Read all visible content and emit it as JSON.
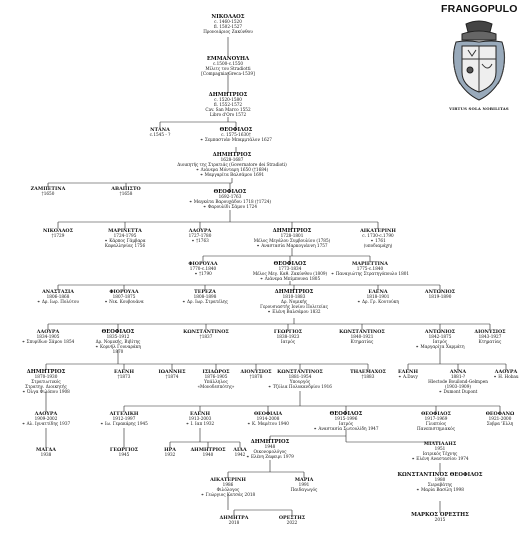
{
  "family": "FRANGOPULO",
  "motto": "VIRTUS SOLA NOBILITAS",
  "nodes": [
    {
      "id": "n1",
      "name": "ΝΙΚΟΛΑΟΣ",
      "details": [
        "c. 1460-1520",
        "fl. 1502-1527",
        "Προνοιάριος Ζακύνθου"
      ],
      "main": true
    },
    {
      "id": "n2",
      "name": "ΕΜΜΑΝΟΥΗΛ",
      "details": [
        "c.1500-c.1550",
        "Μίλιτς του Stradiotti",
        "[Compagnia Greca-1539]"
      ],
      "main": true
    },
    {
      "id": "n3",
      "name": "ΔΗΜΗΤΡΙΟΣ",
      "details": [
        "c. 1520-1580",
        "fl. 1552-1572",
        "Cav. San Marco 1552",
        "Libro d'Oro 1572"
      ],
      "main": true
    },
    {
      "id": "n4",
      "name": "ΝΤΑΝΑ",
      "details": [
        "c.1545 - ?"
      ]
    },
    {
      "id": "n5",
      "name": "ΘΕΟΦΙΛΟΣ",
      "details": [
        "c. 1575-1630†",
        "⚭ Σεμπαστιάν Μπαμμτάλον 1627"
      ],
      "main": true
    },
    {
      "id": "n6",
      "name": "ΔΗΜΗΤΡΙΟΣ",
      "details": [
        "1628-1687",
        "Διοικητής της Στρατιάς (Governatore dei Stradioti)",
        "⚭ Λιάνερα Μόνταρη 1650 (†1684)",
        "⚭ Μαργαρίτα Βαλσάμου 1691"
      ],
      "main": true
    },
    {
      "id": "n7",
      "name": "ΖΑΜΠΕΤΙΝΑ",
      "details": [
        "†1650"
      ]
    },
    {
      "id": "n8",
      "name": "ΑΒΑΠΙΣΤΟ",
      "details": [
        "†1658"
      ]
    },
    {
      "id": "n9",
      "name": "ΘΕΟΦΙΛΟΣ",
      "details": [
        "1692-1763",
        "⚭ Μαγκάτα Βαρουχάδου 1718 (†1724)",
        "⚭ Φαρουλίδι Σάμου 1724"
      ],
      "main": true
    },
    {
      "id": "n10",
      "name": "ΝΙΚΟΛΑΟΣ",
      "details": [
        "†1729"
      ]
    },
    {
      "id": "n11",
      "name": "ΜΑΡΙΝΕΤΤΑ",
      "details": [
        "1724-1795",
        "⚭ Κάρπος Γάμβαρα",
        "Κεφαλληνίας 1756"
      ]
    },
    {
      "id": "n12",
      "name": "ΛΑΟΥΡΑ",
      "details": [
        "1727-1780",
        "⚭ †1763"
      ]
    },
    {
      "id": "n13",
      "name": "ΔΗΜΗΤΡΙΟΣ",
      "details": [
        "1728-1801",
        "Μέλος Μεγάλου Συμβουλίου (1785)",
        "⚭ Αναστασία Μαρκογιάννη 1757"
      ],
      "main": true
    },
    {
      "id": "n14",
      "name": "ΑΙΚΑΤΕΡΙΝΗ",
      "details": [
        "c. 1730-c.1790",
        "⚭ 1761",
        "(υποδιαμάχη)"
      ]
    },
    {
      "id": "n15",
      "name": "ΦΙΟΡΟΥΛΑ",
      "details": [
        "1770-c.1840",
        "⚭ †1790"
      ]
    },
    {
      "id": "n16",
      "name": "ΘΕΟΦΙΛΟΣ",
      "details": [
        "1773-1834",
        "Μέλος Μεγ. Καθ. Ζακύνθου (1809)",
        "⚭ Λιάνερα Μπίμπουνα 1805"
      ],
      "main": true
    },
    {
      "id": "n17",
      "name": "ΜΑΡΙΕΤΤΙΝΑ",
      "details": [
        "1775-c.1840",
        "⚭ Παναγιώτης Στρατηγόπουλο 1801"
      ]
    },
    {
      "id": "n18",
      "name": "ΑΝΑΣΤΑΣΙΑ",
      "details": [
        "1806-1868",
        "⚭ Δρ. Ιωρ. Πολύτου"
      ]
    },
    {
      "id": "n19",
      "name": "ΦΙΟΡΟΥΛΑ",
      "details": [
        "1807-1875",
        "⚭ Νικ. Κουβουάνα"
      ]
    },
    {
      "id": "n20",
      "name": "ΤΕΡΕΖΑ",
      "details": [
        "1808-1898",
        "⚭ Δρ. Ιωρ. Στρατέλης"
      ]
    },
    {
      "id": "n21",
      "name": "ΔΗΜΗΤΡΙΟΣ",
      "details": [
        "1810-1883",
        "Δρ. Νομικής",
        "Γερουσιαστής Ιονίου Πολιτείας",
        "⚭ Ελένη Βαλσάμου 1832"
      ],
      "main": true
    },
    {
      "id": "n22",
      "name": "ΕΛΕΝΑ",
      "details": [
        "1818-1901",
        "⚭ Δρ. Γρ. Κουτούκη"
      ]
    },
    {
      "id": "n23",
      "name": "ΑΝΤΩΝΙΟΣ",
      "details": [
        "1819-1890"
      ]
    },
    {
      "id": "n24",
      "name": "ΛΑΟΥΡΑ",
      "details": [
        "1834-1905",
        "⚭ Σπυρίδων Σάμου 1854"
      ]
    },
    {
      "id": "n25",
      "name": "ΘΕΟΦΙΛΟΣ",
      "details": [
        "1835-1912",
        "Δρ. Νομικής, Βιβίτης",
        "⚭ Κορνήλ Γουναράκη",
        "1870"
      ],
      "main": true
    },
    {
      "id": "n26",
      "name": "ΚΩΝΣΤΑΝΤΙΝΟΣ",
      "details": [
        "†1837"
      ]
    },
    {
      "id": "n27",
      "name": "ΓΕΩΡΓΙΟΣ",
      "details": [
        "1838-1923",
        "Ιατρός"
      ]
    },
    {
      "id": "n28",
      "name": "ΚΩΝΣΤΑΝΤΙΝΟΣ",
      "details": [
        "1840-1921",
        "Κτηματίας"
      ]
    },
    {
      "id": "n29",
      "name": "ΑΝΤΩΝΙΟΣ",
      "details": [
        "1842-1875",
        "Ιατρός",
        "⚭ Μαργαρίτα Χαρμάτη"
      ]
    },
    {
      "id": "n30",
      "name": "ΔΙΟΝΥΣΙΟΣ",
      "details": [
        "1843-1927",
        "Κτηματίας"
      ]
    },
    {
      "id": "n31",
      "name": "ΔΗΜΗΤΡΙΟΣ",
      "details": [
        "1870-1930",
        "Στρατιωτικός",
        "Στρατηγ. Διοικητής",
        "⚭ Όλγα Φιλόπου 1908"
      ],
      "main": true
    },
    {
      "id": "n32",
      "name": "ΕΛΕΝΗ",
      "details": [
        "†1873"
      ]
    },
    {
      "id": "n33",
      "name": "ΙΩΑΝΝΗΣ",
      "details": [
        "†1874"
      ]
    },
    {
      "id": "n34",
      "name": "ΙΣΙΔΩΡΟΣ",
      "details": [
        "1876-1905",
        "Υπάλληλος",
        "«Μονοδεσπότης»"
      ]
    },
    {
      "id": "n35",
      "name": "ΔΙΟΝΥΣΙΟΣ",
      "details": [
        "†1878"
      ]
    },
    {
      "id": "n36",
      "name": "ΚΩΝΣΤΑΝΤΙΝΟΣ",
      "details": [
        "1881-1954",
        "Υπουργός",
        "⚭ Τζύλια Πολυκανδρίου 1916"
      ]
    },
    {
      "id": "n37",
      "name": "ΤΗΛΕΜΑΧΟΣ",
      "details": [
        "†1883"
      ]
    },
    {
      "id": "n38",
      "name": "ΕΛΕΝΗ",
      "details": [
        "⚭ A.Davy"
      ]
    },
    {
      "id": "n39",
      "name": "ΑΝΝΑ",
      "details": [
        "1881-?",
        "Hlectode Bouilond-Gelmpen",
        "(1903-1909)",
        "⚭ Dumont Dupont"
      ]
    },
    {
      "id": "n40",
      "name": "ΛΑΟΥΡΑ",
      "details": [
        "⚭ H. Hobau"
      ]
    },
    {
      "id": "n41",
      "name": "ΛΑΟΥΡΑ",
      "details": [
        "1909-2002",
        "⚭ Αλ. Ιγναττίδης 1937"
      ]
    },
    {
      "id": "n42",
      "name": "ΑΓΓΕΛΙΚΗ",
      "details": [
        "1912-1997",
        "⚭ Ιω. Γερακάρης 1945"
      ]
    },
    {
      "id": "n43",
      "name": "ΕΛΕΝΗ",
      "details": [
        "1913-2003",
        "⚭ Ι. Ιαπ 1932"
      ]
    },
    {
      "id": "n44",
      "name": "ΘΕΟΦΙΛΙΑ",
      "details": [
        "1914-2008",
        "⚭ Κ. Μαρέτου 1940"
      ]
    },
    {
      "id": "n45",
      "name": "ΘΕΟΦΙΛΟΣ",
      "details": [
        "1915-1996",
        "Ιατρός",
        "⚭ Αναστασία Σωτουλίδη 1947"
      ],
      "main": true
    },
    {
      "id": "n46",
      "name": "ΘΕΟΦΙΛΟΣ",
      "details": [
        "1917-1969",
        "Γλυπτόος",
        "Πανεπιστημιακός"
      ]
    },
    {
      "id": "n47",
      "name": "ΘΕΟΦΑΝΩ",
      "details": [
        "1921-2000",
        "Σοβρα 'Ελλη"
      ]
    },
    {
      "id": "n48",
      "name": "ΜΑΓΔΑ",
      "details": [
        "1938"
      ]
    },
    {
      "id": "n49",
      "name": "ΓΕΩΡΓΙΟΣ",
      "details": [
        "1945"
      ]
    },
    {
      "id": "n50",
      "name": "ΗΡΑ",
      "details": [
        "1932"
      ]
    },
    {
      "id": "n51",
      "name": "ΔΗΜΗΤΡΙΟΣ",
      "details": [
        "1940"
      ]
    },
    {
      "id": "n52",
      "name": "ΛΙΔΑ",
      "details": [
        "1942"
      ]
    },
    {
      "id": "n53",
      "name": "ΔΗΜΗΤΡΙΟΣ",
      "details": [
        "1948",
        "Οικονομολόγος",
        "⚭ Ελένη Ζαφειρι 1979"
      ],
      "main": true
    },
    {
      "id": "n54",
      "name": "ΜΙΛΤΙΑΔΗΣ",
      "details": [
        "1951",
        "Ιατρικός Τέχνης",
        "⚭ Ελένη Αναστασίου 1974"
      ]
    },
    {
      "id": "n55",
      "name": "ΑΙΚΑΤΕΡΙΝΗ",
      "details": [
        "1986",
        "Φιλόλογος",
        "⚭ Γεώργιος Κατσάς 2018"
      ]
    },
    {
      "id": "n56",
      "name": "ΜΑΡΙΑ",
      "details": [
        "1991",
        "Παιδαγωγός"
      ]
    },
    {
      "id": "n57",
      "name": "ΚΩΝΣΤΑΝΤΙΝΟΣ ΘΕΟΦΙΛΟΣ",
      "details": [
        "1980",
        "Σιεραβάτης",
        "⚭ Μαρία Βασίλη 1998"
      ],
      "main": true
    },
    {
      "id": "n58",
      "name": "ΔΗΜΗΤΡΑ",
      "details": [
        "2018"
      ]
    },
    {
      "id": "n59",
      "name": "ΟΡΕΣΤΗΣ",
      "details": [
        "2022"
      ]
    },
    {
      "id": "n60",
      "name": "ΜΑΡΚΟΣ ΟΡΕΣΤΗΣ",
      "details": [
        "2015"
      ],
      "main": true
    }
  ]
}
